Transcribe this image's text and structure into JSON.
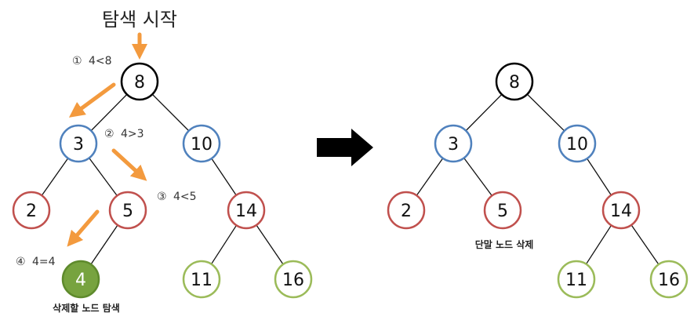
{
  "title": "탐색 시작",
  "steps": [
    {
      "marker": "①",
      "text": "4<8"
    },
    {
      "marker": "②",
      "text": "4>3"
    },
    {
      "marker": "③",
      "text": "4<5"
    },
    {
      "marker": "④",
      "text": "4=4"
    }
  ],
  "caption_left": "삭제할 노드 탐색",
  "caption_right": "단말 노드 삭제",
  "colors": {
    "root": "#000000",
    "level1": "#4f81bd",
    "level2": "#c0504d",
    "level3": "#9bbb59",
    "found_fill": "#77a33f",
    "arrow": "#f39a3e",
    "big_arrow": "#000000"
  },
  "trees": {
    "left": {
      "nodes": [
        {
          "id": "8",
          "label": "8",
          "level": "root"
        },
        {
          "id": "3",
          "label": "3",
          "level": "level1"
        },
        {
          "id": "10",
          "label": "10",
          "level": "level1"
        },
        {
          "id": "2",
          "label": "2",
          "level": "level2"
        },
        {
          "id": "5",
          "label": "5",
          "level": "level2"
        },
        {
          "id": "14",
          "label": "14",
          "level": "level2"
        },
        {
          "id": "4",
          "label": "4",
          "level": "found"
        },
        {
          "id": "11",
          "label": "11",
          "level": "level3"
        },
        {
          "id": "16",
          "label": "16",
          "level": "level3"
        }
      ],
      "edges": [
        [
          "8",
          "3"
        ],
        [
          "8",
          "10"
        ],
        [
          "3",
          "2"
        ],
        [
          "3",
          "5"
        ],
        [
          "5",
          "4"
        ],
        [
          "10",
          "14"
        ],
        [
          "14",
          "11"
        ],
        [
          "14",
          "16"
        ]
      ]
    },
    "right": {
      "nodes": [
        {
          "id": "8",
          "label": "8",
          "level": "root"
        },
        {
          "id": "3",
          "label": "3",
          "level": "level1"
        },
        {
          "id": "10",
          "label": "10",
          "level": "level1"
        },
        {
          "id": "2",
          "label": "2",
          "level": "level2"
        },
        {
          "id": "5",
          "label": "5",
          "level": "level2"
        },
        {
          "id": "14",
          "label": "14",
          "level": "level2"
        },
        {
          "id": "11",
          "label": "11",
          "level": "level3"
        },
        {
          "id": "16",
          "label": "16",
          "level": "level3"
        }
      ],
      "edges": [
        [
          "8",
          "3"
        ],
        [
          "8",
          "10"
        ],
        [
          "3",
          "2"
        ],
        [
          "3",
          "5"
        ],
        [
          "10",
          "14"
        ],
        [
          "14",
          "11"
        ],
        [
          "14",
          "16"
        ]
      ]
    }
  }
}
